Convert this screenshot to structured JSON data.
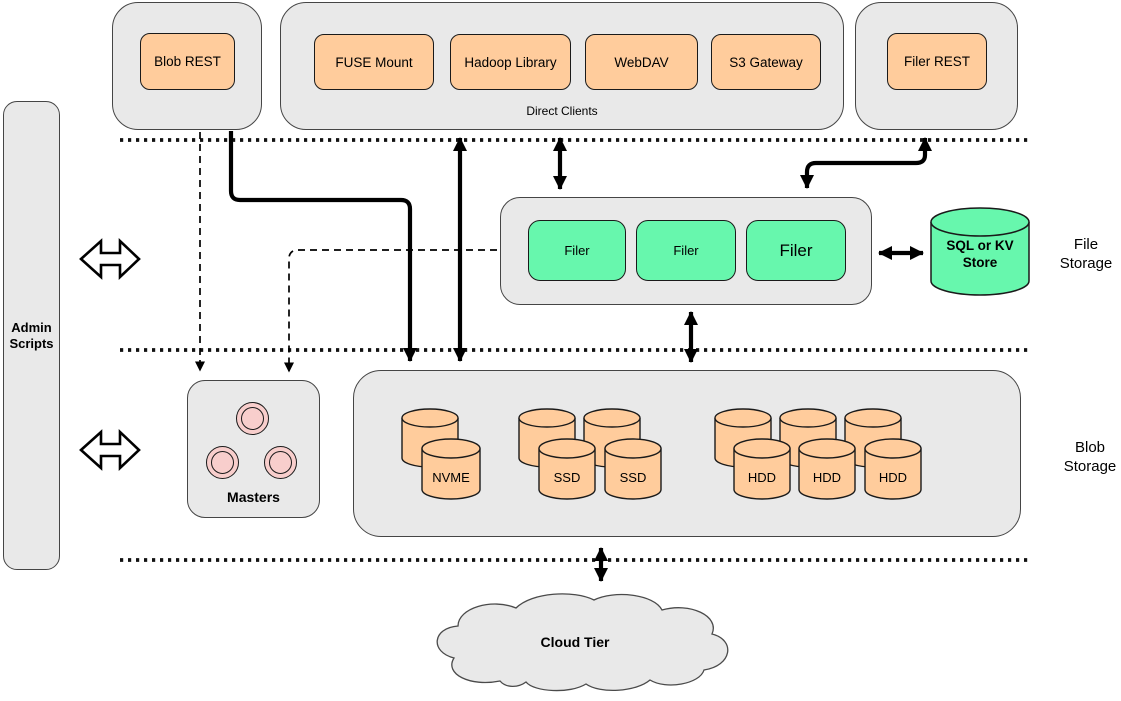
{
  "colors": {
    "orange": "#ffcc9c",
    "green": "#67f7ad",
    "pink": "#f8cecc",
    "container_gray": "#e9e9e9"
  },
  "admin_scripts": {
    "label": "Admin\nScripts"
  },
  "blob_rest": {
    "label": "Blob REST"
  },
  "direct_clients": {
    "label": "Direct Clients",
    "items": [
      "FUSE Mount",
      "Hadoop Library",
      "WebDAV",
      "S3 Gateway"
    ]
  },
  "filer_rest": {
    "label": "Filer REST"
  },
  "filer_group": {
    "filers": [
      "Filer",
      "Filer",
      "Filer"
    ]
  },
  "sql_store": {
    "label": "SQL or KV\nStore"
  },
  "section_labels": {
    "file_storage": "File\nStorage",
    "blob_storage": "Blob\nStorage"
  },
  "masters": {
    "label": "Masters"
  },
  "blob_storage_disks": {
    "nvme": [
      "NVME"
    ],
    "ssd": [
      "SSD",
      "SSD"
    ],
    "hdd": [
      "HDD",
      "HDD",
      "HDD"
    ]
  },
  "cloud": {
    "label": "Cloud Tier"
  }
}
